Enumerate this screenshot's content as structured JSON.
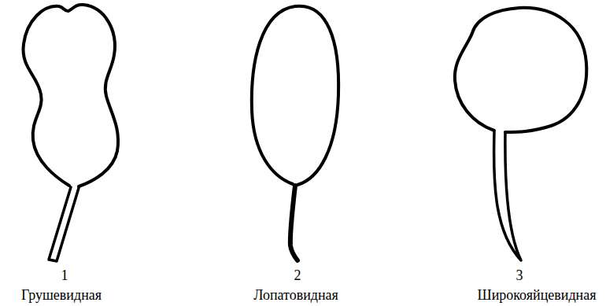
{
  "diagram": {
    "labels": [
      "1",
      "2",
      "3",
      "Грушевидная",
      "Лопатовидная",
      "Широкояйцевидная"
    ]
  }
}
